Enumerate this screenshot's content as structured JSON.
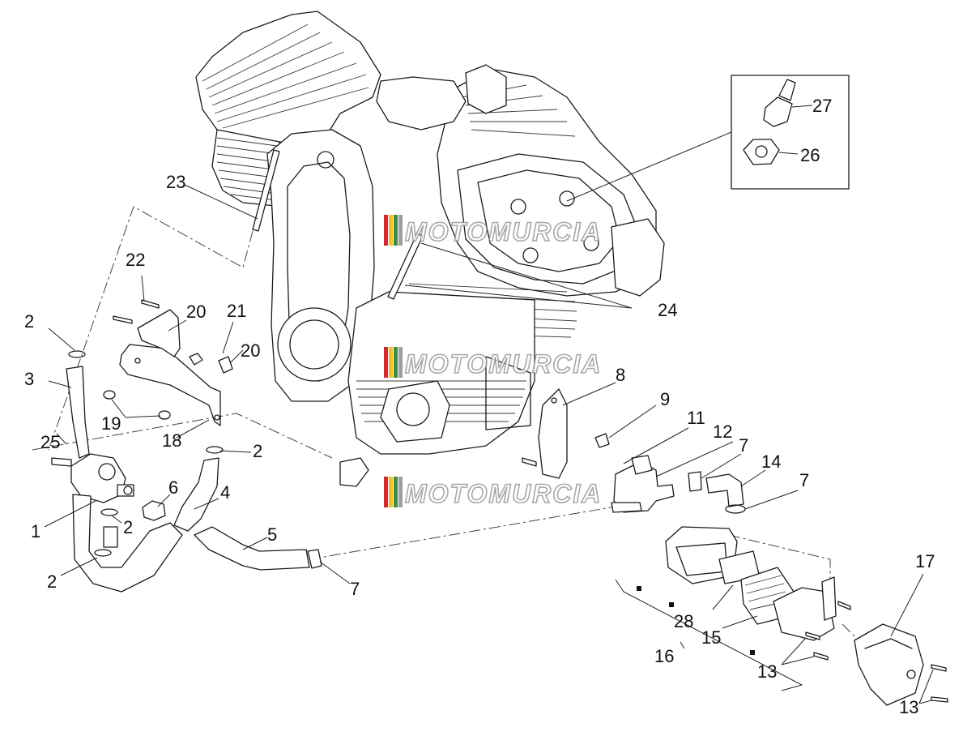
{
  "watermark": {
    "text": "MOTOMURCIA",
    "stripe_colors": [
      "#d9272e",
      "#f3c12a",
      "#3a8d3f",
      "#9e9e9e"
    ]
  },
  "callouts": [
    {
      "id": "c1",
      "text": "1"
    },
    {
      "id": "c2a",
      "text": "2"
    },
    {
      "id": "c2b",
      "text": "2"
    },
    {
      "id": "c2c",
      "text": "2"
    },
    {
      "id": "c2d",
      "text": "2"
    },
    {
      "id": "c3",
      "text": "3"
    },
    {
      "id": "c4",
      "text": "4"
    },
    {
      "id": "c5",
      "text": "5"
    },
    {
      "id": "c6",
      "text": "6"
    },
    {
      "id": "c7a",
      "text": "7"
    },
    {
      "id": "c7b",
      "text": "7"
    },
    {
      "id": "c7c",
      "text": "7"
    },
    {
      "id": "c8",
      "text": "8"
    },
    {
      "id": "c9",
      "text": "9"
    },
    {
      "id": "c11",
      "text": "11"
    },
    {
      "id": "c12",
      "text": "12"
    },
    {
      "id": "c13a",
      "text": "13"
    },
    {
      "id": "c13b",
      "text": "13"
    },
    {
      "id": "c14",
      "text": "14"
    },
    {
      "id": "c15",
      "text": "15"
    },
    {
      "id": "c16",
      "text": "16"
    },
    {
      "id": "c17",
      "text": "17"
    },
    {
      "id": "c18",
      "text": "18"
    },
    {
      "id": "c19",
      "text": "19"
    },
    {
      "id": "c20a",
      "text": "20"
    },
    {
      "id": "c20b",
      "text": "20"
    },
    {
      "id": "c21",
      "text": "21"
    },
    {
      "id": "c22",
      "text": "22"
    },
    {
      "id": "c23",
      "text": "23"
    },
    {
      "id": "c24",
      "text": "24"
    },
    {
      "id": "c25",
      "text": "25"
    },
    {
      "id": "c26",
      "text": "26"
    },
    {
      "id": "c27",
      "text": "27"
    },
    {
      "id": "c28",
      "text": "28"
    }
  ]
}
